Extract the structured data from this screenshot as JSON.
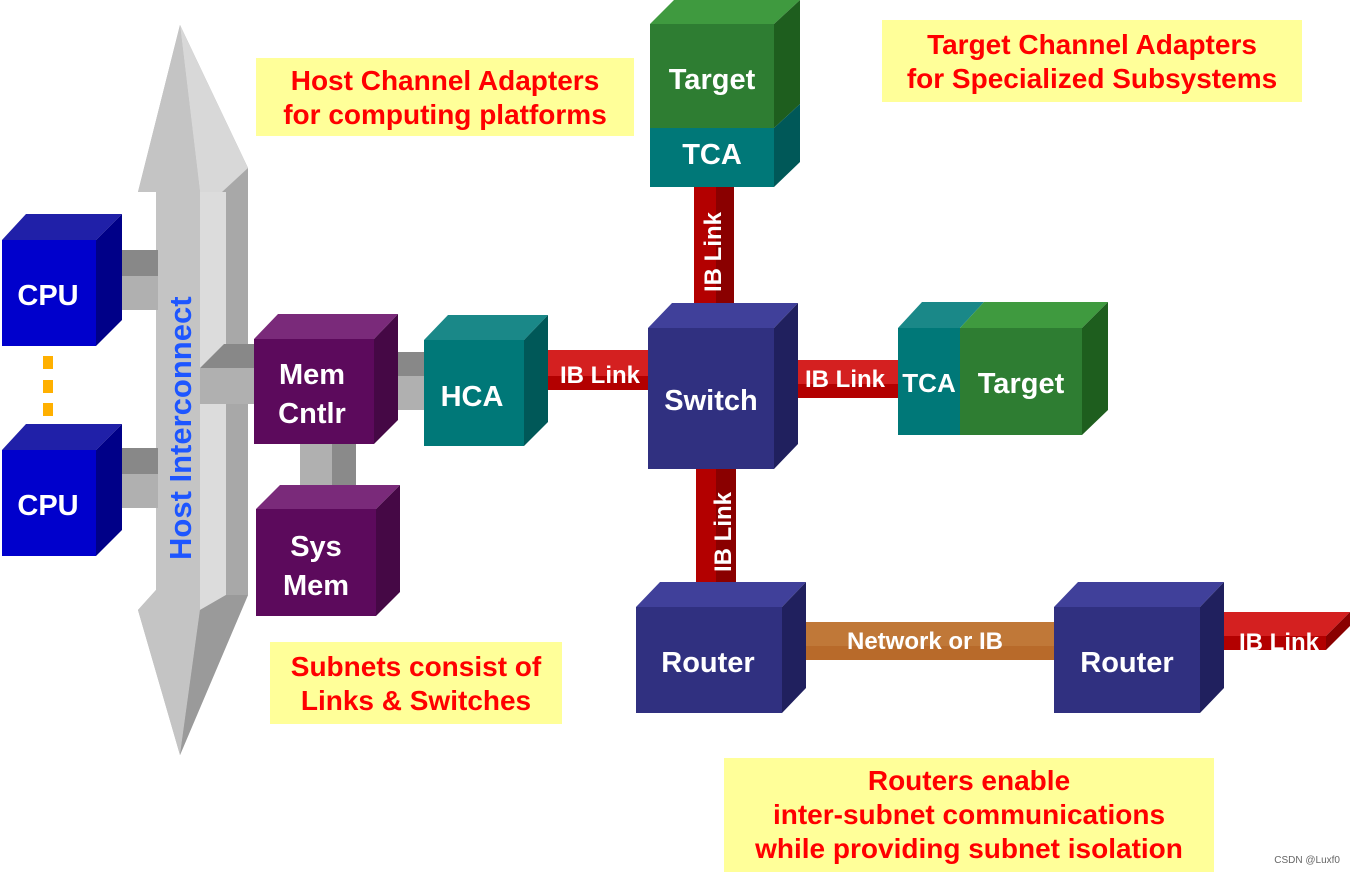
{
  "callouts": {
    "host_adapters": [
      "Host Channel Adapters",
      "for computing platforms"
    ],
    "target_adapters": [
      "Target Channel Adapters",
      "for Specialized Subsystems"
    ],
    "subnets": [
      "Subnets consist of",
      "Links & Switches"
    ],
    "routers": [
      "Routers enable",
      "inter-subnet communications",
      "while providing subnet isolation"
    ]
  },
  "labels": {
    "cpu_top": "CPU",
    "cpu_bottom": "CPU",
    "host_interconnect": "Host Interconnect",
    "mem_cntlr": [
      "Mem",
      "Cntlr"
    ],
    "sys_mem": [
      "Sys",
      "Mem"
    ],
    "hca": "HCA",
    "switch": "Switch",
    "target_top": "Target",
    "tca_top": "TCA",
    "tca_right": "TCA",
    "target_right": "Target",
    "router_left": "Router",
    "router_right": "Router",
    "link_hca_switch": "IB Link",
    "link_switch_tca": "IB Link",
    "link_tca_switch_vertical": "IB Link",
    "link_switch_router_vertical": "IB Link",
    "link_router_out": "IB Link",
    "link_routers": "Network or IB"
  },
  "watermark": "CSDN @Luxf0",
  "colors": {
    "cpu": "#0000cc",
    "mem": "#5c0a5c",
    "adapter": "#007878",
    "switch_router": "#303080",
    "target": "#2e7d32",
    "ib_link": "#b30000",
    "network_link": "#b86a2a",
    "interconnect": "#b5b5b5",
    "callout_bg": "#ffff99",
    "callout_text": "#ff0000",
    "interconnect_text": "#1e56ff"
  }
}
